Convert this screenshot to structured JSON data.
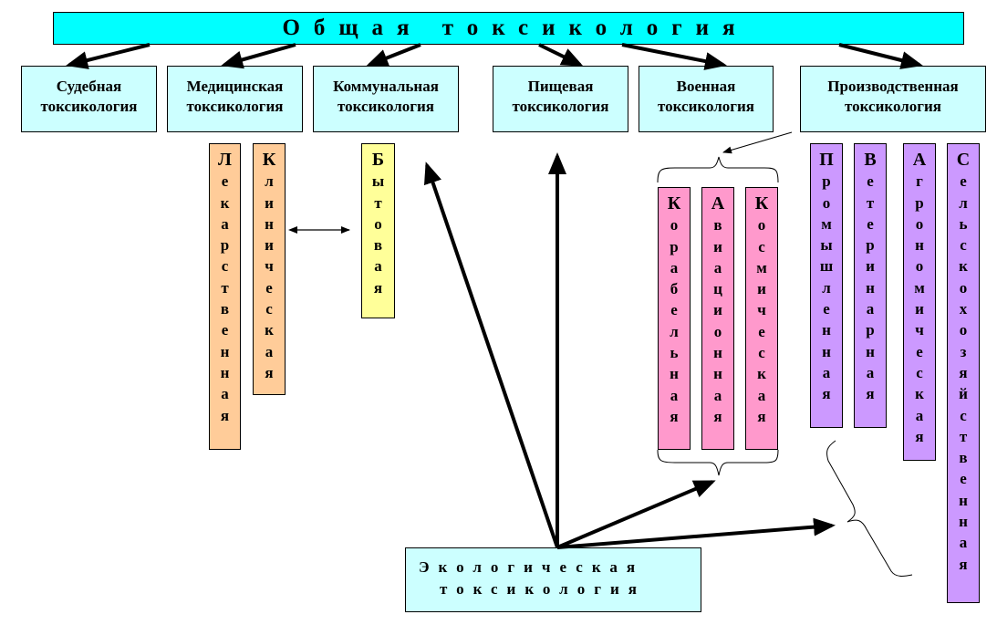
{
  "title": "Общая токсикология",
  "branches": [
    {
      "id": "forensic",
      "line1": "Судебная",
      "line2": "токсикология"
    },
    {
      "id": "medical",
      "line1": "Медицинская",
      "line2": "токсикология"
    },
    {
      "id": "communal",
      "line1": "Коммунальная",
      "line2": "токсикология"
    },
    {
      "id": "food",
      "line1": "Пищевая",
      "line2": "токсикология"
    },
    {
      "id": "military",
      "line1": "Военная",
      "line2": "токсикология"
    },
    {
      "id": "industrial",
      "line1": "Производственная",
      "line2": "токсикология"
    }
  ],
  "subcategories": {
    "medical": [
      "Лекарственная",
      "Клиническая"
    ],
    "communal": [
      "Бытовая"
    ],
    "military": [
      "Корабельная",
      "Авиационная",
      "Космическая"
    ],
    "industrial": [
      "Промышленная",
      "Ветеринарная",
      "Агрономическая",
      "Сельскохозяйственная"
    ]
  },
  "ecological": {
    "line1": "Экологическая",
    "line2": "токсикология"
  },
  "colors": {
    "title": "#00FFFF",
    "branch": "#CCFFFF",
    "medical_sub": "#FFCC99",
    "communal_sub": "#FFFF99",
    "military_sub": "#FF99CC",
    "industrial_sub": "#CC99FF"
  }
}
